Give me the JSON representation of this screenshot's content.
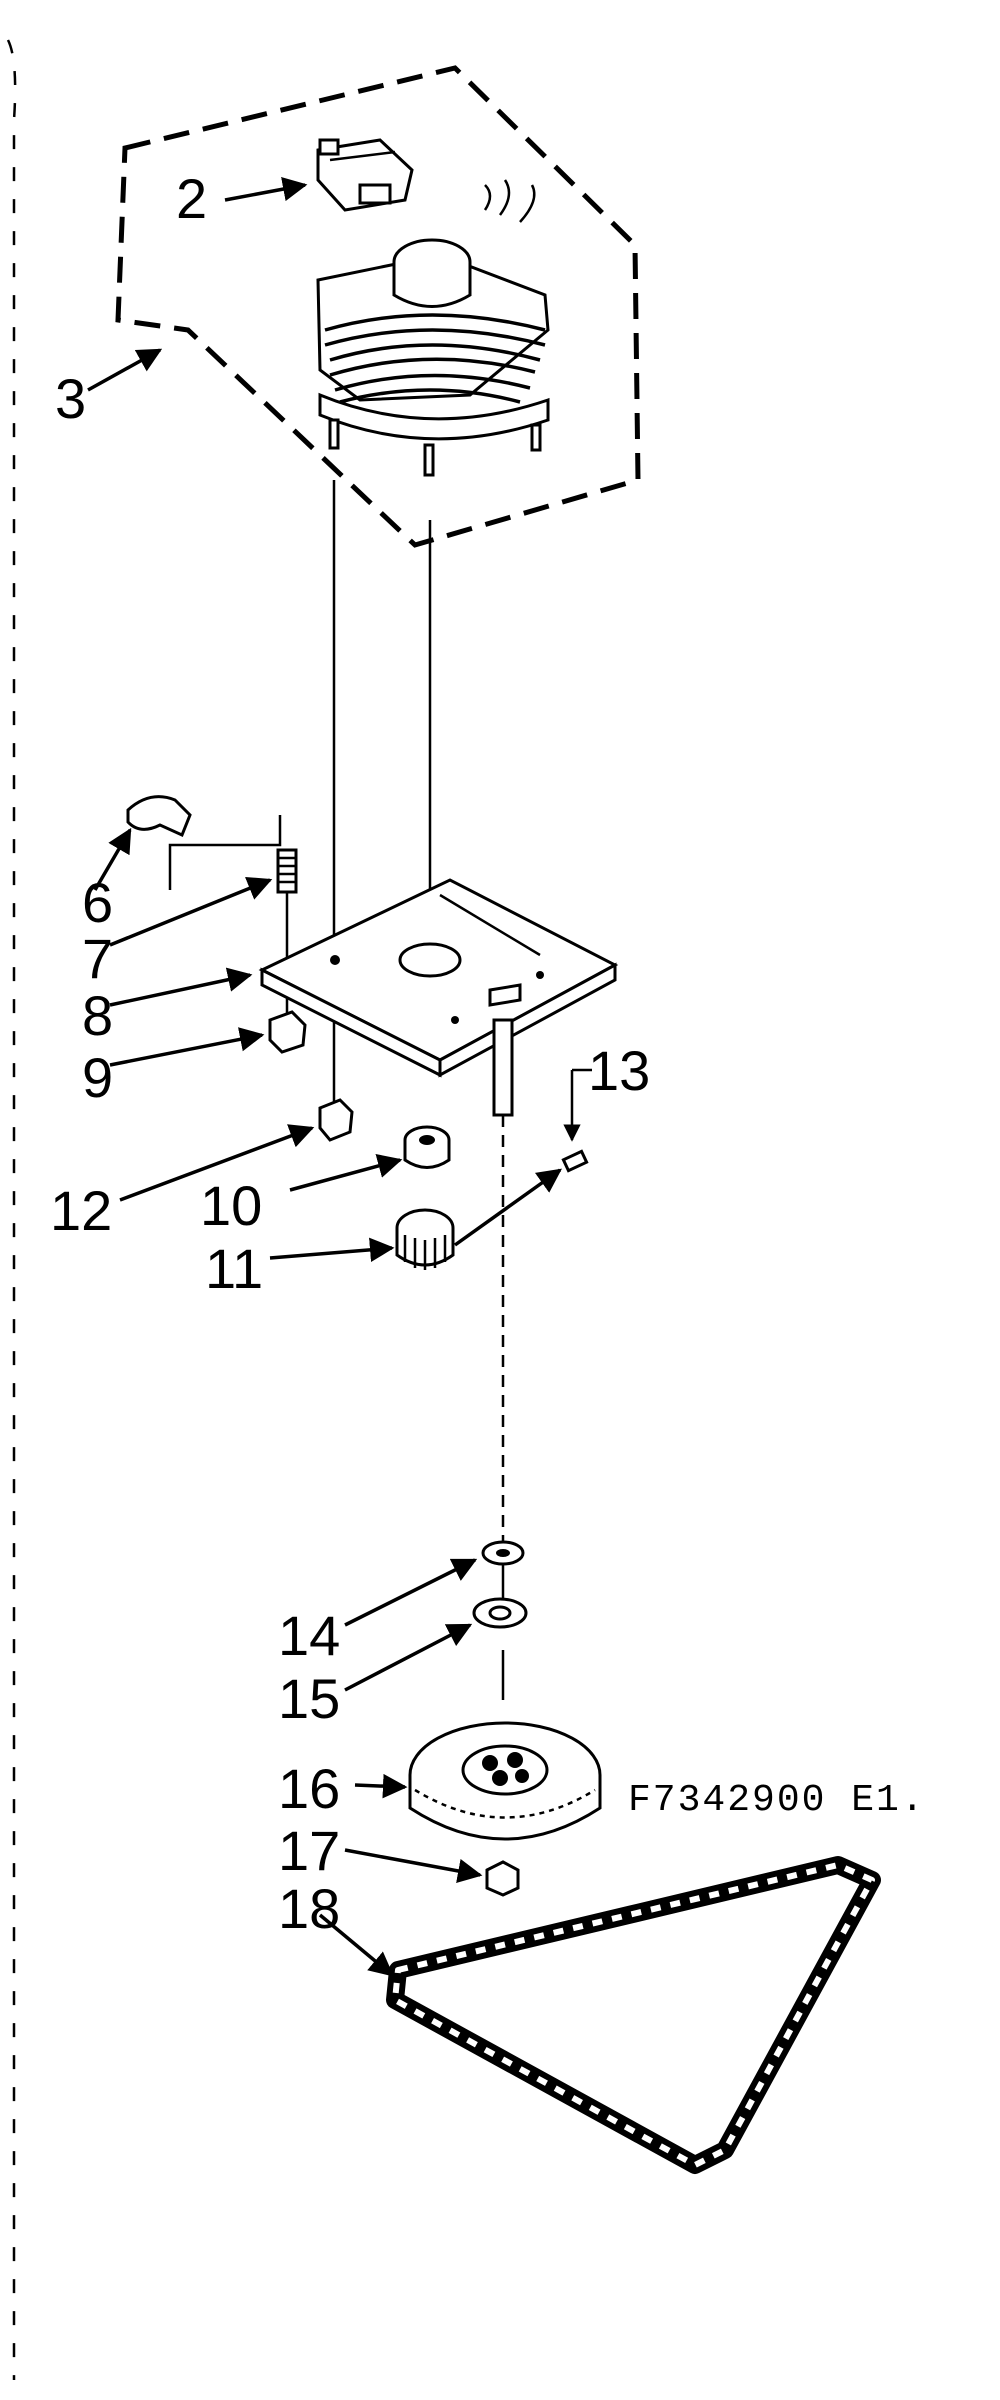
{
  "callouts": {
    "c2": "2",
    "c3": "3",
    "c6": "6",
    "c7": "7",
    "c8": "8",
    "c9": "9",
    "c10": "10",
    "c11": "11",
    "c12": "12",
    "c13": "13",
    "c14": "14",
    "c15": "15",
    "c16": "16",
    "c17": "17",
    "c18": "18"
  },
  "diagram_code": "F7342900 E1."
}
